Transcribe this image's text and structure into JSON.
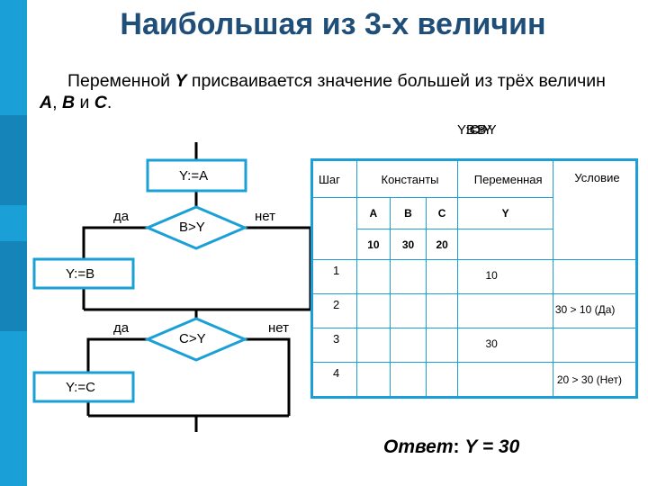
{
  "title": "Наибольшая из 3-х величин",
  "intro": {
    "text_before": "Переменной ",
    "var_y": "Y",
    "text_middle": " присваивается значение большей из трёх величин ",
    "var_a": "A",
    "sep1": ", ",
    "var_b": "B",
    "sep2": " и ",
    "var_c": "C",
    "text_end": "."
  },
  "overlap_labels": [
    "Y:=B",
    "B>Y",
    "C>Y"
  ],
  "flowchart": {
    "assign_a": "Y:=A",
    "cond_b": "B>Y",
    "yes1": "да",
    "no1": "нет",
    "assign_b": "Y:=B",
    "cond_c": "C>Y",
    "yes2": "да",
    "no2": "нет",
    "assign_c": "Y:=C"
  },
  "table": {
    "headers": {
      "step": "Шаг",
      "constants": "Константы",
      "variable": "Переменная",
      "condition": "Условие"
    },
    "const_names": [
      "A",
      "B",
      "C"
    ],
    "var_name": "Y",
    "const_values": [
      "10",
      "30",
      "20"
    ],
    "steps": [
      {
        "step": "1",
        "y": "10",
        "condition": ""
      },
      {
        "step": "2",
        "y": "",
        "condition": "30 > 10 (Да)"
      },
      {
        "step": "3",
        "y": "30",
        "condition": ""
      },
      {
        "step": "4",
        "y": "",
        "condition": "20 > 30 (Нет)"
      }
    ]
  },
  "answer": {
    "label": "Ответ",
    "colon": ":",
    "expr": "Y = 30"
  },
  "colors": {
    "accent": "#1aa0d6",
    "title": "#1f4e79"
  }
}
